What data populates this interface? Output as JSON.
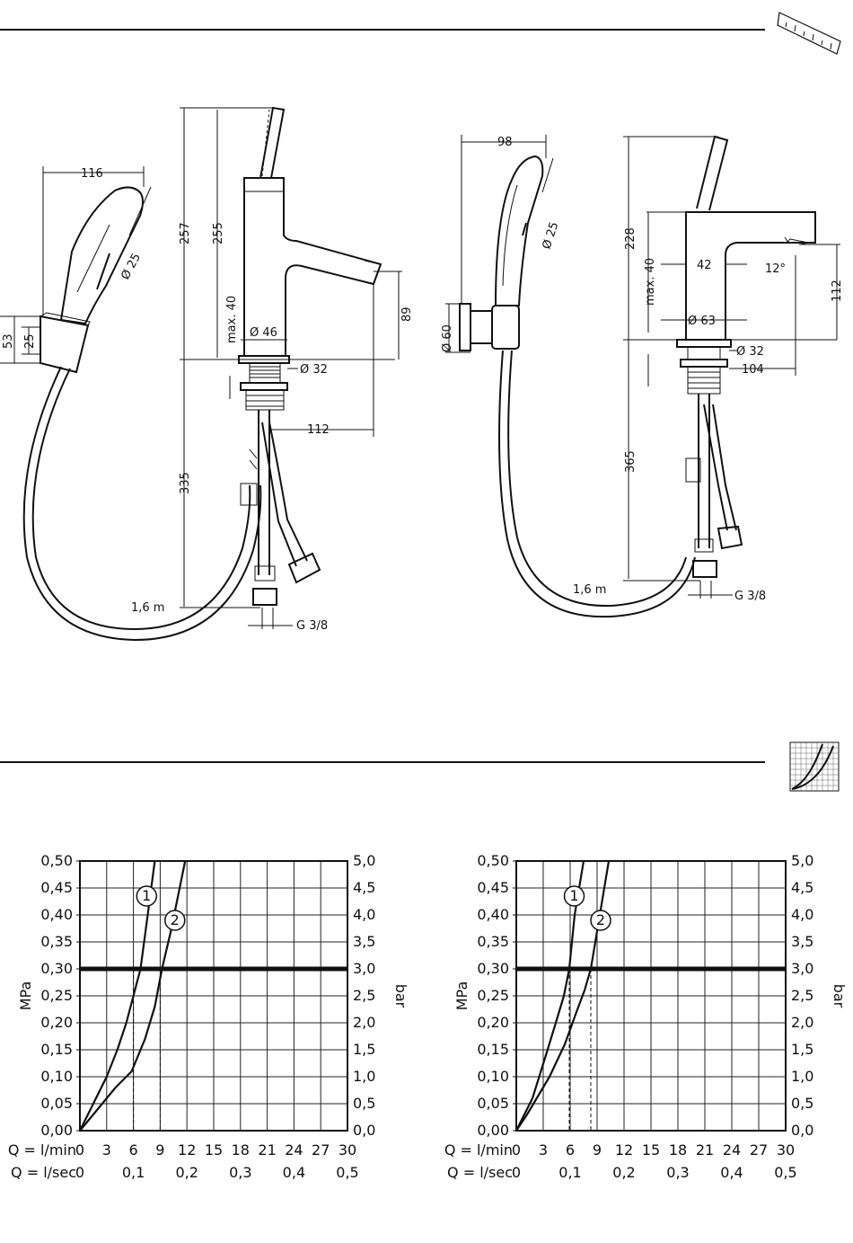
{
  "drawings": {
    "left": {
      "dims": {
        "d116": "116",
        "d25": "Ø 25",
        "d53": "53",
        "d25b": "25",
        "d257": "257",
        "d255": "255",
        "dmax40": "max. 40",
        "d89": "89",
        "d46": "Ø 46",
        "d32": "Ø 32",
        "d112": "112",
        "d335": "335",
        "d16m": "1,6 m",
        "g38": "G 3/8"
      }
    },
    "right": {
      "dims": {
        "d98": "98",
        "d25": "Ø 25",
        "d60": "Ø 60",
        "d228": "228",
        "dmax40": "max. 40",
        "d42": "42",
        "d12deg": "12°",
        "d112": "112",
        "d63": "Ø 63",
        "d32": "Ø 32",
        "d104": "104",
        "d365": "365",
        "d16m": "1,6 m",
        "g38": "G 3/8"
      }
    }
  },
  "charts": {
    "axis": {
      "mpa_label": "MPa",
      "bar_label": "bar",
      "lmin_label": "Q = l/min",
      "lsec_label": "Q = l/sec",
      "mpa_ticks": [
        "0,00",
        "0,05",
        "0,10",
        "0,15",
        "0,20",
        "0,25",
        "0,30",
        "0,35",
        "0,40",
        "0,45",
        "0,50"
      ],
      "bar_ticks": [
        "0,0",
        "0,5",
        "1,0",
        "1,5",
        "2,0",
        "2,5",
        "3,0",
        "3,5",
        "4,0",
        "4,5",
        "5,0"
      ],
      "lmin_ticks": [
        "0",
        "3",
        "6",
        "9",
        "12",
        "15",
        "18",
        "21",
        "24",
        "27",
        "30"
      ],
      "lsec_ticks": [
        "0",
        "0,1",
        "0,2",
        "0,3",
        "0,4",
        "0,5"
      ]
    }
  },
  "chart_data": [
    {
      "type": "line",
      "x_unit": "l/min",
      "y_unit": "MPa",
      "xlim": [
        0,
        30
      ],
      "ylim": [
        0,
        0.5
      ],
      "grid": true,
      "reference_line_y": 0.3,
      "series": [
        {
          "name": "1",
          "x": [
            0,
            1.5,
            3,
            4.2,
            5.2,
            6,
            6.8,
            7.6,
            8.4
          ],
          "y": [
            0,
            0.05,
            0.1,
            0.15,
            0.2,
            0.25,
            0.3,
            0.4,
            0.5
          ],
          "marker_at_reference": 6
        },
        {
          "name": "2",
          "x": [
            0,
            2,
            4,
            5.8,
            7.3,
            8.4,
            9.2,
            10.2,
            11.8
          ],
          "y": [
            0,
            0.04,
            0.08,
            0.11,
            0.17,
            0.23,
            0.3,
            0.37,
            0.5
          ],
          "marker_at_reference": 9
        }
      ]
    },
    {
      "type": "line",
      "x_unit": "l/min",
      "y_unit": "MPa",
      "xlim": [
        0,
        30
      ],
      "ylim": [
        0,
        0.5
      ],
      "grid": true,
      "reference_line_y": 0.3,
      "series": [
        {
          "name": "1",
          "x": [
            0,
            1.8,
            3.3,
            4.4,
            5.3,
            5.9,
            6.5,
            7.5
          ],
          "y": [
            0,
            0.06,
            0.14,
            0.2,
            0.25,
            0.3,
            0.4,
            0.5
          ],
          "marker_at_reference": 5.9
        },
        {
          "name": "2",
          "x": [
            0,
            1.2,
            3.7,
            5.4,
            6.7,
            7.6,
            8.3,
            10.3
          ],
          "y": [
            0,
            0.03,
            0.1,
            0.16,
            0.22,
            0.26,
            0.3,
            0.5
          ],
          "marker_at_reference": 8.3
        }
      ]
    }
  ]
}
